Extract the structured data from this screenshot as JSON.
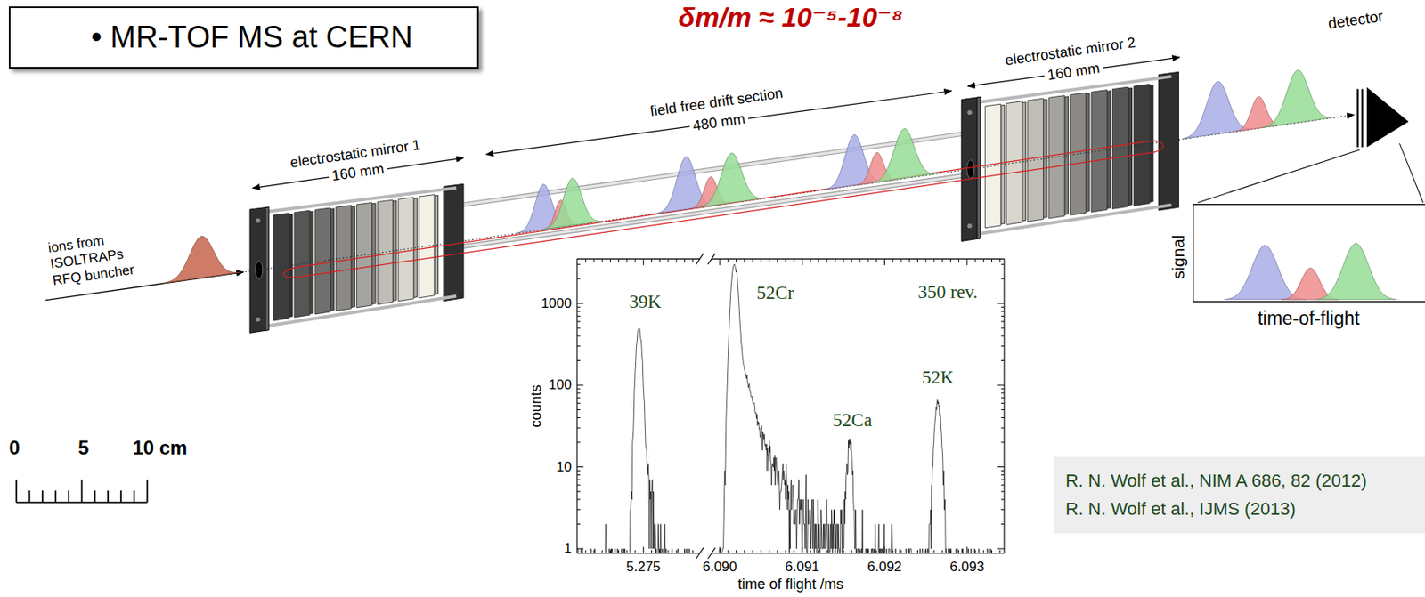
{
  "diagram": {
    "title": "δm/m ≈ 10⁻⁵-10⁻⁸",
    "nodes": [
      {
        "text": [
          "• MR-TOF MS at CERN"
        ]
      },
      {
        "text": [
          "R. N. Wolf et al., NIM A 686, 82 (2012)",
          "R. N. Wolf et al., IJMS (2013)"
        ]
      }
    ],
    "labels": [
      "electrostatic mirror 1",
      "160 mm",
      "field free drift section",
      "480 mm",
      "electrostatic mirror 2",
      "160 mm",
      "detector",
      "ions from ISOLTRAPs RFQ buncher",
      "signal",
      "time-of-flight",
      "0",
      "5",
      "10 cm",
      "1000",
      "100",
      "10",
      "1",
      "5.275",
      "6.090",
      "6.091",
      "6.092",
      "6.093",
      "counts",
      "time of flight /ms",
      "39K",
      "52Cr",
      "350 rev.",
      "52Ca",
      "52K"
    ]
  }
}
